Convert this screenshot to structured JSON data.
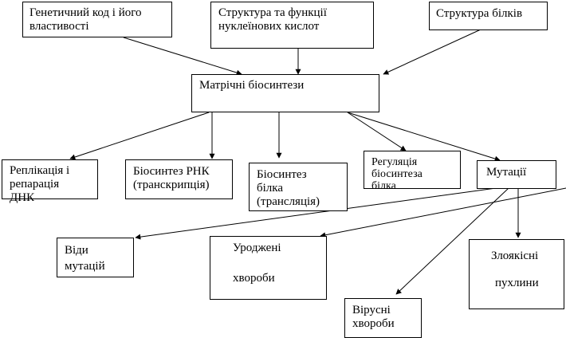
{
  "colors": {
    "stroke": "#000000",
    "background": "#ffffff"
  },
  "boxes": {
    "genetic_code": "Генетичний код і його\nвластивості",
    "nucleic_acids": "Структура та функції\nнуклеїнових кислот",
    "protein_structure": "Структура білків",
    "matrix_biosynthesis": "Матрічні біосинтези",
    "replication": "Реплікація і\nрепарація\nДНК",
    "rna_biosynthesis": "Біосинтез РНК\n(транскрипція)",
    "protein_biosynthesis": "Біосинтез\nбілка\n(трансляція)",
    "regulation": "Регуляція\nбіосинтеза\nбілка",
    "mutations": "Мутації",
    "mutation_types": "Віди\nмутацій",
    "congenital_diseases_1": "Уроджені",
    "congenital_diseases_2": "хвороби",
    "malignant_tumors_1": "Злоякісні",
    "malignant_tumors_2": "пухлини",
    "viral_diseases": "Вірусні\nхвороби"
  }
}
